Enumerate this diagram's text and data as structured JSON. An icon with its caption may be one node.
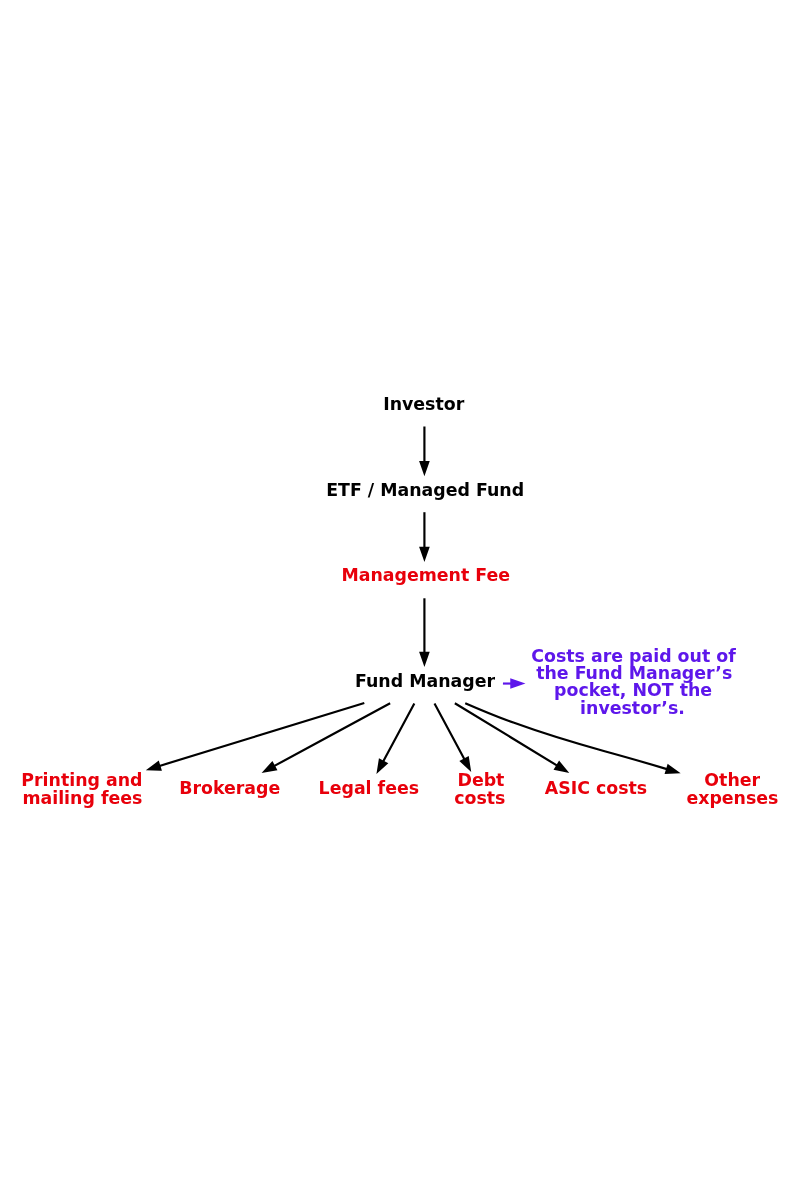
{
  "diagram": {
    "nodes": [
      {
        "text": [
          "Investor"
        ]
      },
      {
        "text": [
          "ETF / Managed Fund"
        ]
      },
      {
        "text": [
          "Management Fee"
        ]
      },
      {
        "text": [
          "Fund Manager"
        ]
      },
      {
        "text": [
          "Costs are paid out of the Fund Manager’s pocket, NOT the investor’s."
        ]
      },
      {
        "text": [
          "Printing and mailing fees"
        ]
      },
      {
        "text": [
          "Brokerage"
        ]
      },
      {
        "text": [
          "Legal fees"
        ]
      },
      {
        "text": [
          "Debt costs"
        ]
      },
      {
        "text": [
          "ASIC costs"
        ]
      },
      {
        "text": [
          "Other expenses"
        ]
      }
    ],
    "edges": [
      {
        "from": 0,
        "to": 1,
        "arrow": "to"
      },
      {
        "from": 1,
        "to": 2,
        "arrow": "to"
      },
      {
        "from": 2,
        "to": 3,
        "arrow": "to"
      },
      {
        "from": 3,
        "to": 4,
        "arrow": "to",
        "color": "#5e17eb"
      },
      {
        "from": 3,
        "to": 5,
        "arrow": "to"
      },
      {
        "from": 3,
        "to": 6,
        "arrow": "to"
      },
      {
        "from": 3,
        "to": 7,
        "arrow": "to"
      },
      {
        "from": 3,
        "to": 8,
        "arrow": "to"
      },
      {
        "from": 3,
        "to": 9,
        "arrow": "to"
      },
      {
        "from": 3,
        "to": 10,
        "arrow": "to"
      }
    ]
  }
}
